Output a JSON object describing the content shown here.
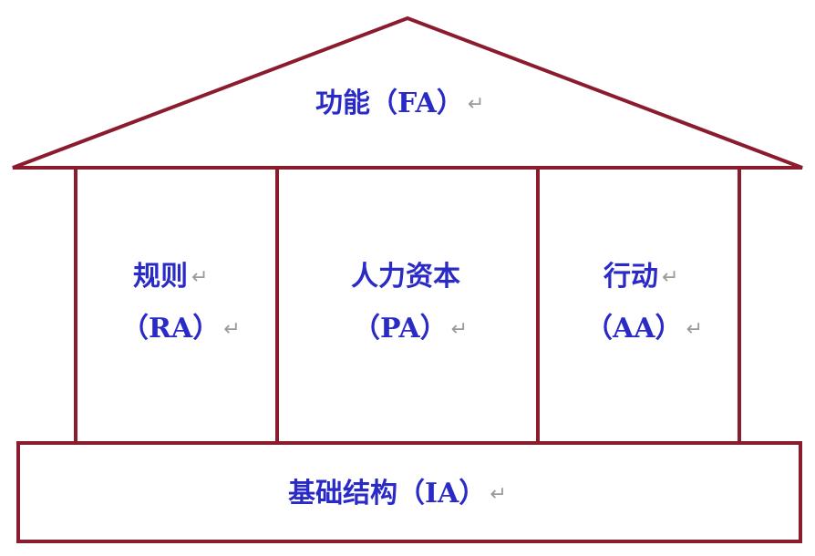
{
  "colors": {
    "outline": "#8b1c2e",
    "text": "#2a2ac6",
    "return_mark": "#9a9a9a"
  },
  "return_mark_glyph": "↵",
  "roof": {
    "label": "功能（FA）"
  },
  "pillars": [
    {
      "line1": "规则",
      "line2": "（RA）"
    },
    {
      "line1": "人力资本",
      "line2": "（PA）"
    },
    {
      "line1": "行动",
      "line2": "（AA）"
    }
  ],
  "foundation": {
    "label": "基础结构（IA）"
  }
}
